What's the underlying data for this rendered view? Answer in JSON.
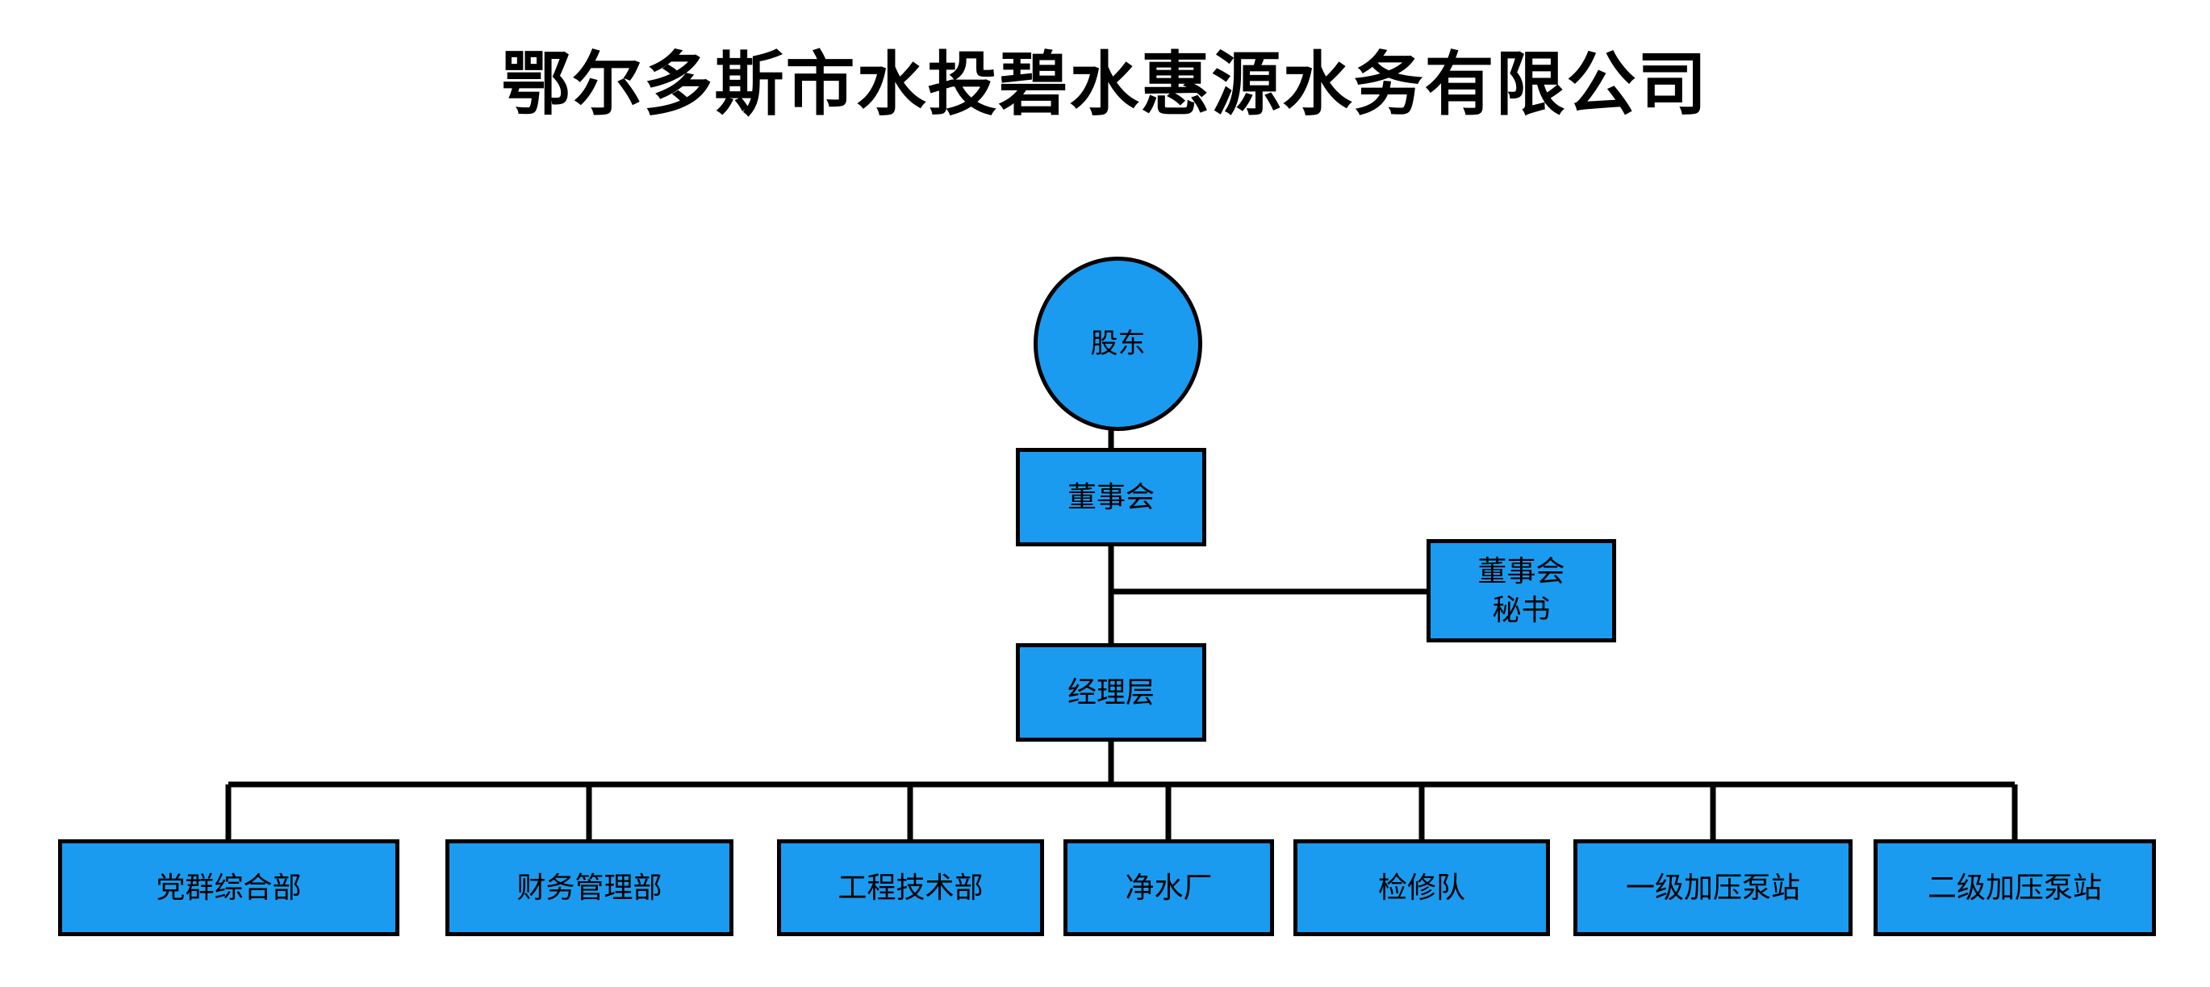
{
  "title": "鄂尔多斯市水投碧水惠源水务有限公司",
  "colors": {
    "node_fill": "#1A9BF0",
    "node_border": "#000000",
    "connector": "#000000",
    "background": "#FFFFFF",
    "text": "#000000"
  },
  "chart_data": {
    "type": "diagram",
    "subtype": "organization-chart",
    "title": "鄂尔多斯市水投碧水惠源水务有限公司",
    "orientation": "top-down",
    "nodes": [
      {
        "id": "shareholder",
        "label": "股东",
        "shape": "ellipse",
        "level": 0
      },
      {
        "id": "board",
        "label": "董事会",
        "shape": "rect",
        "level": 1
      },
      {
        "id": "board_secretary",
        "label": "董事会\n秘书",
        "shape": "rect",
        "level": 2,
        "staff": true
      },
      {
        "id": "management",
        "label": "经理层",
        "shape": "rect",
        "level": 3
      },
      {
        "id": "dept_party",
        "label": "党群综合部",
        "shape": "rect",
        "level": 4
      },
      {
        "id": "dept_finance",
        "label": "财务管理部",
        "shape": "rect",
        "level": 4
      },
      {
        "id": "dept_engineering",
        "label": "工程技术部",
        "shape": "rect",
        "level": 4
      },
      {
        "id": "dept_waterplant",
        "label": "净水厂",
        "shape": "rect",
        "level": 4
      },
      {
        "id": "dept_maintenance",
        "label": "检修队",
        "shape": "rect",
        "level": 4
      },
      {
        "id": "dept_pump1",
        "label": "一级加压泵站",
        "shape": "rect",
        "level": 4
      },
      {
        "id": "dept_pump2",
        "label": "二级加压泵站",
        "shape": "rect",
        "level": 4
      }
    ],
    "edges": [
      {
        "from": "shareholder",
        "to": "board"
      },
      {
        "from": "board",
        "to": "management"
      },
      {
        "from": "board",
        "to": "board_secretary",
        "style": "lateral"
      },
      {
        "from": "management",
        "to": "dept_party"
      },
      {
        "from": "management",
        "to": "dept_finance"
      },
      {
        "from": "management",
        "to": "dept_engineering"
      },
      {
        "from": "management",
        "to": "dept_waterplant"
      },
      {
        "from": "management",
        "to": "dept_maintenance"
      },
      {
        "from": "management",
        "to": "dept_pump1"
      },
      {
        "from": "management",
        "to": "dept_pump2"
      }
    ]
  },
  "nodes": {
    "shareholder": {
      "label": "股东"
    },
    "board": {
      "label": "董事会"
    },
    "board_secretary": {
      "label": "董事会\n秘书"
    },
    "management": {
      "label": "经理层"
    }
  },
  "departments": [
    {
      "label": "党群综合部"
    },
    {
      "label": "财务管理部"
    },
    {
      "label": "工程技术部"
    },
    {
      "label": "净水厂"
    },
    {
      "label": "检修队"
    },
    {
      "label": "一级加压泵站"
    },
    {
      "label": "二级加压泵站"
    }
  ]
}
